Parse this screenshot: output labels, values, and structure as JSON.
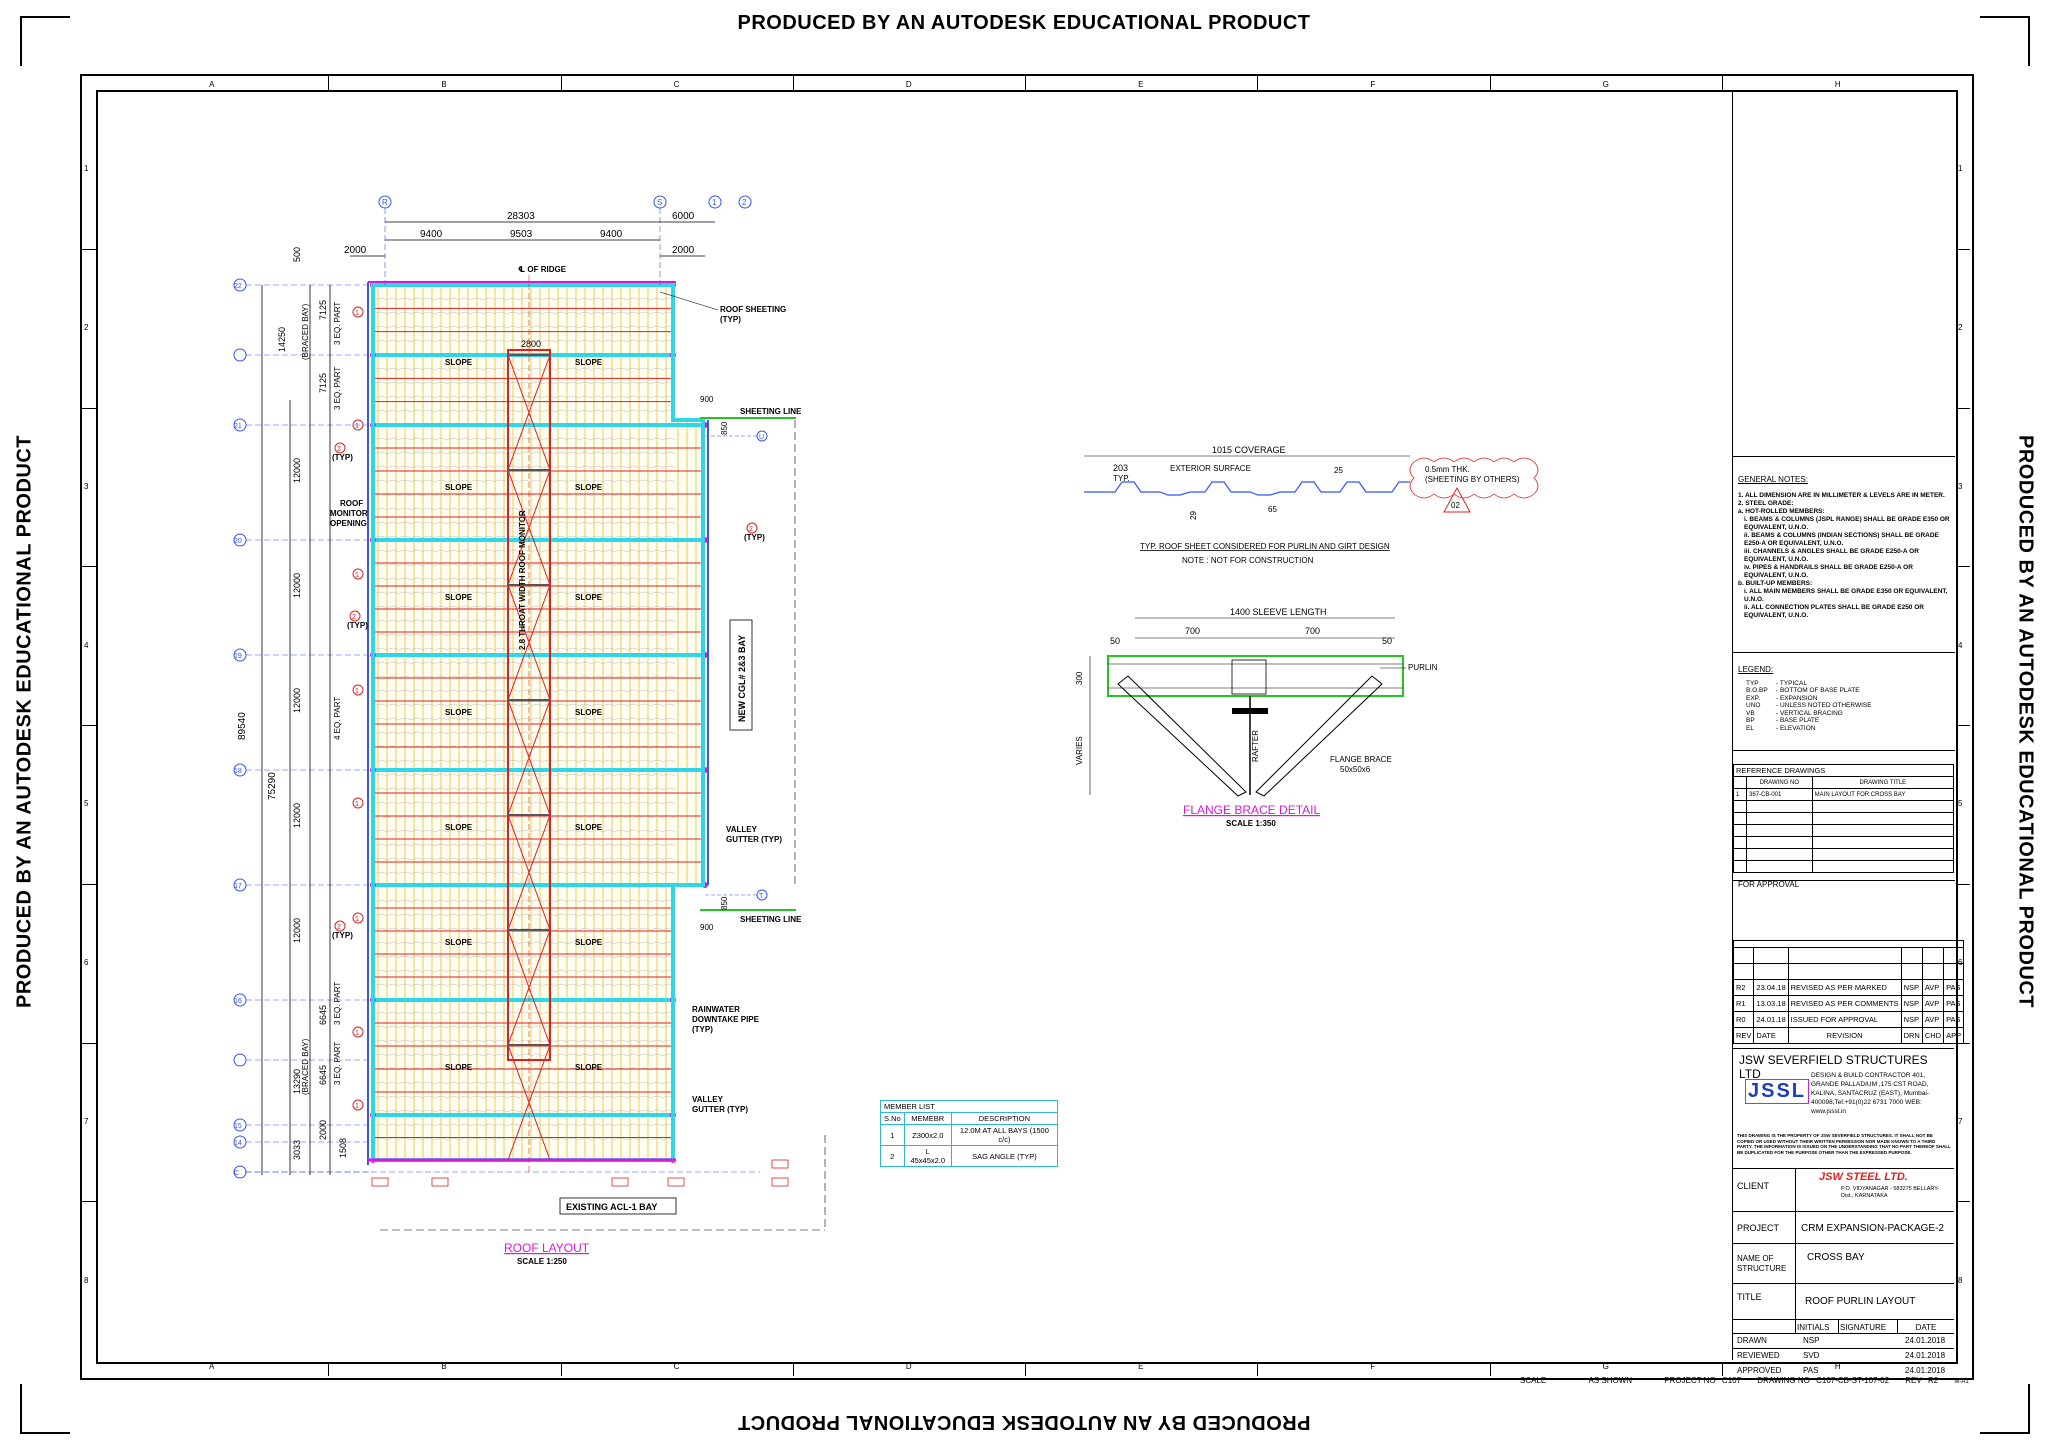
{
  "watermark": "PRODUCED BY AN AUTODESK EDUCATIONAL PRODUCT",
  "grid_columns": [
    "A",
    "B",
    "C",
    "D",
    "E",
    "F",
    "G",
    "H"
  ],
  "grid_rows": [
    "1",
    "2",
    "3",
    "4",
    "5",
    "6",
    "7",
    "8"
  ],
  "roof_layout": {
    "title": "ROOF LAYOUT",
    "scale": "SCALE 1:250",
    "grid_letters": [
      "R",
      "S",
      "1",
      "2"
    ],
    "grid_numbers": [
      "22",
      "21",
      "20",
      "19",
      "18",
      "17",
      "16",
      "15",
      "14",
      "C"
    ],
    "dims_top": {
      "overall": "28303",
      "right": "6000",
      "bays": [
        "9400",
        "9503",
        "9400"
      ],
      "left_edge": "2000",
      "right_edge": "2000"
    },
    "ridge": "℄ OF RIDGE",
    "roof_sheeting": "ROOF SHEETING (TYP)",
    "monitor_width": "2800",
    "monitor_label": "2.8 THROAT WIDTH ROOF MONITOR",
    "slope": "SLOPE",
    "sheeting_line": "SHEETING LINE",
    "valley_gutter": "VALLEY GUTTER (TYP)",
    "rainwater": "RAINWATER DOWNTAKE PIPE (TYP)",
    "roof_monitor_opening": "ROOF MONITOR OPENING",
    "typ_tag": "(TYP)",
    "new_bay": "NEW CGL# 2&3 BAY",
    "existing_bay": "EXISTING ACL-1 BAY",
    "dims_left": [
      "500",
      "14250",
      "7125",
      "7125",
      "12000",
      "12000",
      "12000",
      "12000",
      "12000",
      "13290",
      "6645",
      "6645",
      "2000",
      "3033",
      "1508"
    ],
    "braced_bay": "(BRACED BAY)",
    "eq_part_3": "3 EQ. PART",
    "eq_part_4": "4 EQ. PART",
    "overall_left": "89540",
    "overall_left2": "75290",
    "dim_900": "900",
    "dim_850": "850",
    "gl_u": "U",
    "gl_t": "T"
  },
  "sheet_profile": {
    "coverage": "1015 COVERAGE",
    "pitch": "203",
    "typ": "TYP.",
    "exterior": "EXTERIOR SURFACE",
    "rib": "25",
    "depth": "29",
    "crest": "65",
    "thk": "0.5mm THK. (SHEETING BY OTHERS)",
    "ref": "02",
    "caption": "TYP. ROOF SHEET CONSIDERED FOR PURLIN AND GIRT DESIGN",
    "note": "NOTE : NOT FOR CONSTRUCTION"
  },
  "flange_brace": {
    "sleeve": "1400 SLEEVE LENGTH",
    "halves": [
      "700",
      "700"
    ],
    "ends": [
      "50",
      "50"
    ],
    "purlin": "PURLIN",
    "rafter": "RAFTER",
    "brace": "FLANGE BRACE 50x50x6",
    "depth": "300",
    "varies": "VARIES",
    "title": "FLANGE BRACE DETAIL",
    "scale": "SCALE 1:350"
  },
  "member_list": {
    "title": "MEMBER LIST",
    "headers": [
      "S.No",
      "MEMEBR",
      "DESCRIPTION"
    ],
    "rows": [
      {
        "no": "1",
        "member": "Z300x2.0",
        "desc": "12.0M AT ALL BAYS (1500 c/c)"
      },
      {
        "no": "2",
        "member": "L 45x45x2.0",
        "desc": "SAG ANGLE (TYP)"
      }
    ]
  },
  "general_notes": {
    "title": "GENERAL NOTES:",
    "items": [
      "1. ALL DIMENSION ARE IN MILLIMETER & LEVELS ARE IN METER.",
      "2. STEEL GRADE:",
      "a. HOT-ROLLED MEMBERS:",
      "i. BEAMS & COLUMNS (JSPL RANGE) SHALL BE GRADE E350 OR EQUIVALENT, U.N.O.",
      "ii. BEAMS & COLUMNS (INDIAN SECTIONS) SHALL BE GRADE E250-A OR EQUIVALENT, U.N.O.",
      "iii. CHANNELS & ANGLES SHALL BE GRADE E250-A OR EQUIVALENT, U.N.O.",
      "iv. PIPES & HANDRAILS SHALL BE GRADE E250-A OR EQUIVALENT, U.N.O.",
      "b. BUILT-UP MEMBERS:",
      "i. ALL MAIN MEMBERS SHALL BE GRADE E350 OR EQUIVALENT, U.N.O.",
      "ii. ALL CONNECTION PLATES SHALL BE GRADE E250 OR EQUIVALENT, U.N.O."
    ]
  },
  "legend": {
    "title": "LEGEND:",
    "items": [
      [
        "TYP",
        "- TYPICAL"
      ],
      [
        "B.O.BP",
        "- BOTTOM OF BASE PLATE"
      ],
      [
        "EXP.",
        "- EXPANSION"
      ],
      [
        "UNO",
        "- UNLESS NOTED OTHERWISE"
      ],
      [
        "VB",
        "- VERTICAL BRACING"
      ],
      [
        "BP",
        "- BASE PLATE"
      ],
      [
        "EL",
        "- ELEVATION"
      ]
    ]
  },
  "reference": {
    "title": "REFERENCE DRAWINGS",
    "headers": [
      "DRAWING NO",
      "DRAWING TITLE"
    ],
    "rows": [
      {
        "no": "1",
        "dwg": "367-CB-001",
        "title": "MAIN LAYOUT FOR CROSS BAY"
      }
    ]
  },
  "for_approval": "FOR APPROVAL",
  "revisions": {
    "headers": [
      "REV",
      "DATE",
      "REVISION",
      "DRN",
      "CHD",
      "APP"
    ],
    "rows": [
      [
        "R2",
        "23.04.18",
        "REVISED AS PER MARKED",
        "NSP",
        "AVP",
        "PAS"
      ],
      [
        "R1",
        "13.03.18",
        "REVISED AS PER COMMENTS",
        "NSP",
        "AVP",
        "PAS"
      ],
      [
        "R0",
        "24.01.18",
        "ISSUED FOR APPROVAL",
        "NSP",
        "AVP",
        "PAS"
      ]
    ]
  },
  "company": {
    "name": "JSW SEVERFIELD STRUCTURES LTD",
    "logo": "JSSL",
    "address": "DESIGN & BUILD CONTRACTOR 401, GRANDE PALLADIUM ,175 CST ROAD, KALINA, SANTACRUZ (EAST), Mumbai- 400098,Tel:+91(0)22 6731 7000 WEB: www.jsssl.in",
    "disclaimer": "THIS DRAWING IS THE PROPERTY OF JSW SEVERFIELD STRUCTURES. IT SHALL NOT BE COPIED OR USED WITHOUT THEIR WRITTEN PERMISSION NOR MADE KNOWN TO A THIRD PARTY. THE INFORMATION IS ISSUED ON THE UNDERSTANDING THAT NO PART THEREOF SHALL BE DUPLICATED FOR THE PURPOSE OTHER THAN THE EXPRESSED PURPOSE."
  },
  "client": {
    "label": "CLIENT",
    "logo": "JSW STEEL LTD.",
    "address": "P.O. VIDYANAGAR - 583275 BELLARY-Dist., KARNATAKA"
  },
  "project": {
    "label": "PROJECT",
    "value": "CRM EXPANSION-PACKAGE-2"
  },
  "structure": {
    "label": "NAME OF STRUCTURE",
    "value": "CROSS BAY"
  },
  "drawing_title": {
    "label": "TITLE",
    "value": "ROOF PURLIN LAYOUT"
  },
  "signoff": {
    "headers": [
      "INITIALS",
      "SIGNATURE",
      "DATE"
    ],
    "rows": [
      [
        "DRAWN",
        "NSP",
        "24.01.2018"
      ],
      [
        "REVIEWED",
        "SVD",
        "24.01.2018"
      ],
      [
        "APPROVED",
        "PAS",
        "24.01.2018"
      ]
    ],
    "scale_label": "SCALE",
    "scale_value": "AS SHOWN"
  },
  "drawing_no": {
    "project_label": "PROJECT NO",
    "project": "C107",
    "dwg_label": "DRAWING NO",
    "dwg": "C107-CB-ST-107-02",
    "rev_label": "REV",
    "rev": "R2"
  },
  "sheet_size": "M-A1",
  "colors": {
    "cyan": "#2fd6e8",
    "yellow": "#e8c41a",
    "magenta": "#d81ad8",
    "red": "#e02020",
    "green": "#23c423",
    "blue": "#3355ff"
  }
}
